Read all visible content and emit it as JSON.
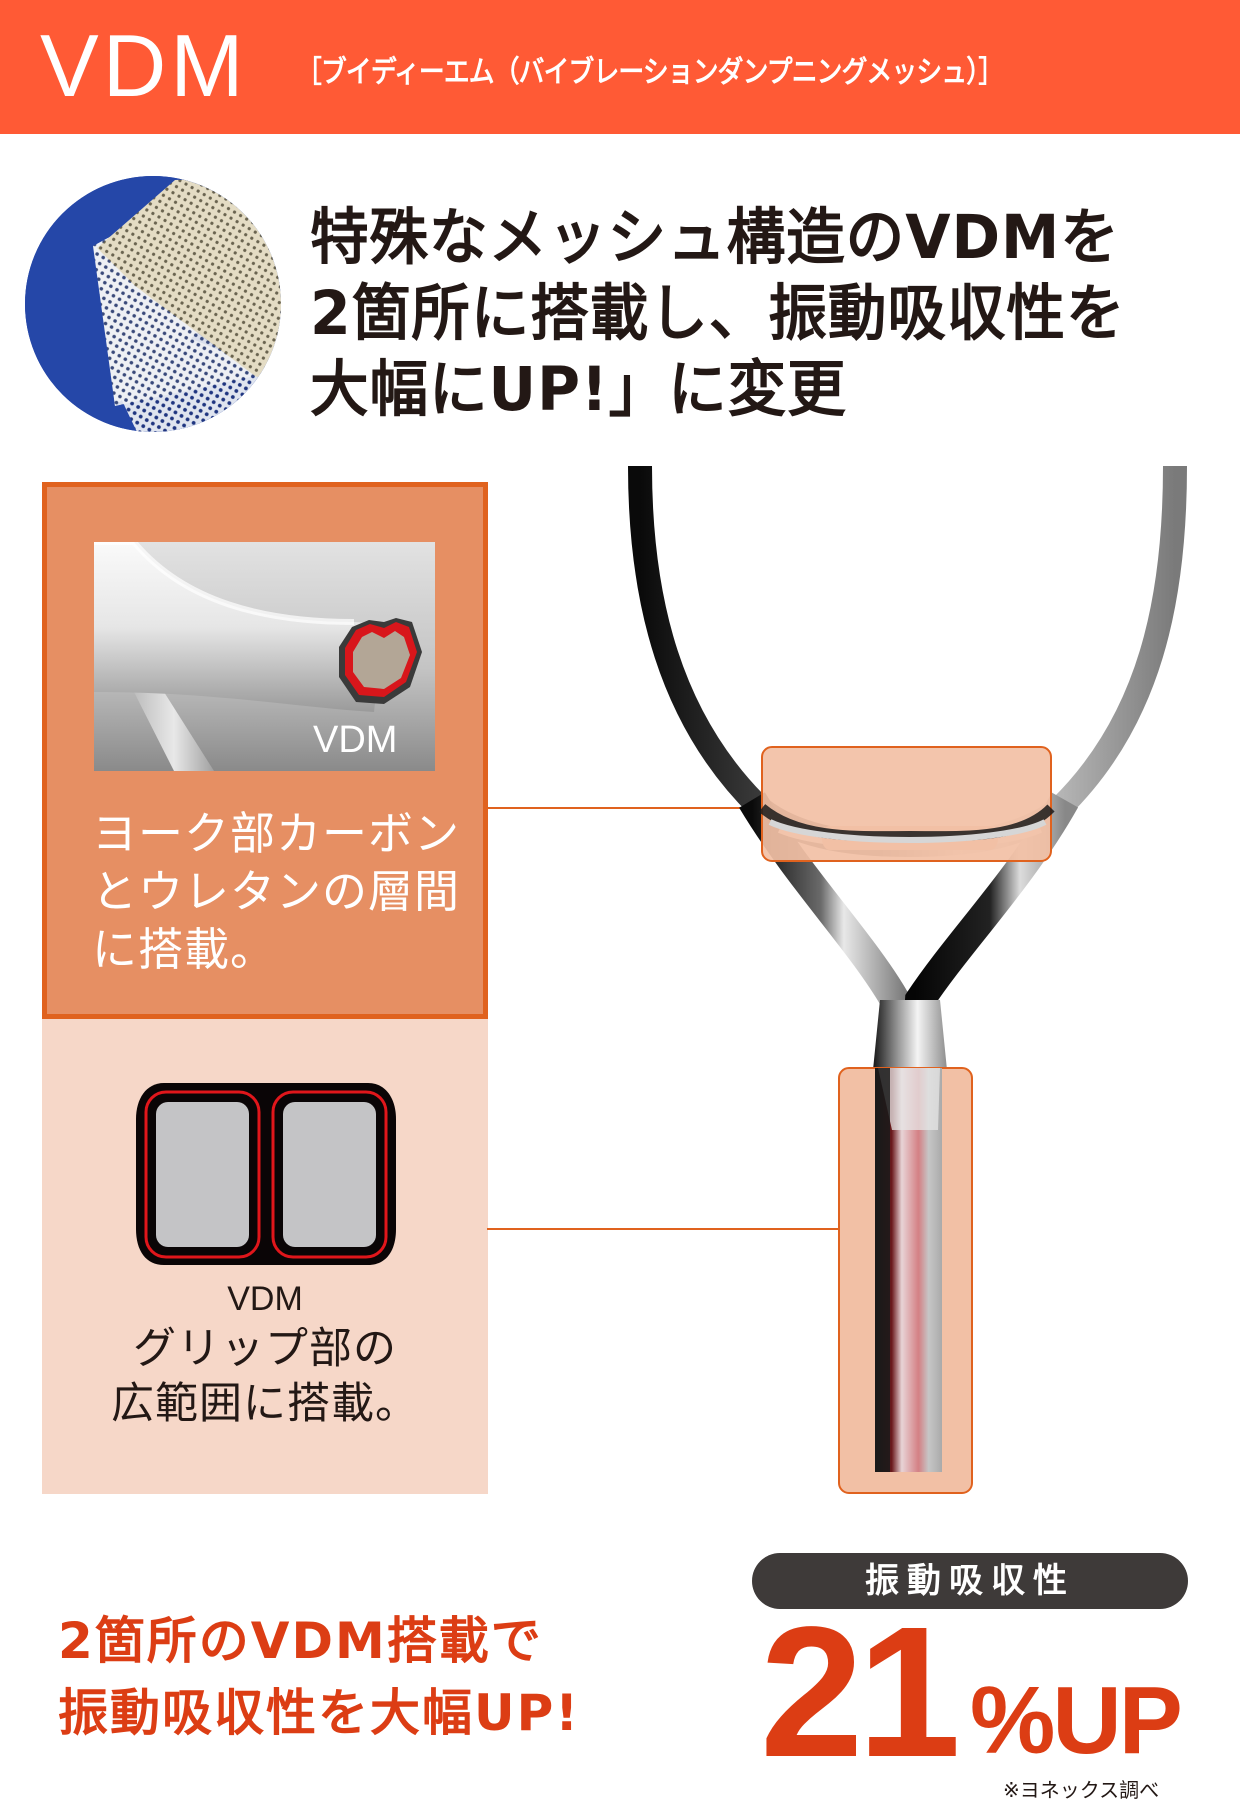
{
  "header": {
    "title": "VDM",
    "subtitle": "［ブイディーエム（バイブレーションダンプニングメッシュ）］",
    "background_color": "#ff5a35"
  },
  "intro": {
    "image_icon": "mesh-material-photo",
    "headline_lines": [
      "特殊なメッシュ構造のVDMを",
      "2箇所に搭載し、振動吸収性を",
      "大幅にUP!」に変更"
    ]
  },
  "yoke_section": {
    "image_icon": "yoke-cross-section-illustration",
    "image_label": "VDM",
    "description_lines": [
      "ヨーク部カーボン",
      "とウレタンの層間",
      "に搭載。"
    ],
    "panel_color": "#e68f63",
    "border_color": "#e0621e"
  },
  "grip_section": {
    "image_icon": "grip-cross-section-illustration",
    "image_label": "VDM",
    "description_lines": [
      "グリップ部の",
      "広範囲に搭載。"
    ],
    "panel_color": "#f6d7c8"
  },
  "racket": {
    "icon": "tennis-racket-illustration",
    "highlight_color": "#f2c0a5",
    "highlight_border": "#e0621e"
  },
  "summary": {
    "claim_lines": [
      "2箇所のVDM搭載で",
      "振動吸収性を大幅UP!"
    ],
    "metric_label": "振動吸収性",
    "metric_value": "21",
    "metric_unit": "%UP",
    "footnote": "※ヨネックス調べ",
    "accent_color": "#dc3d14"
  }
}
